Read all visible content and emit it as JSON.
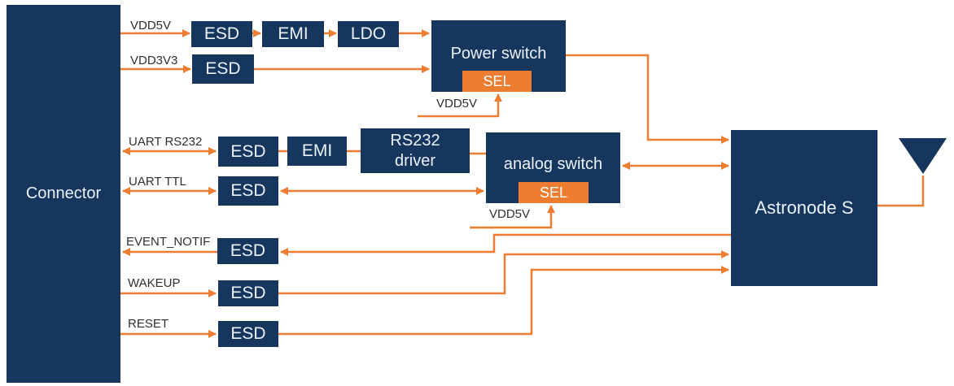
{
  "blocks": {
    "connector": "Connector",
    "esd": "ESD",
    "emi": "EMI",
    "ldo": "LDO",
    "power_switch": "Power switch",
    "sel": "SEL",
    "rs232_driver": "RS232 driver",
    "analog_switch": "analog switch",
    "astronode": "Astronode S"
  },
  "signals": {
    "vdd5v": "VDD5V",
    "vdd3v3": "VDD3V3",
    "uart_rs232": "UART RS232",
    "uart_ttl": "UART TTL",
    "event_notif": "EVENT_NOTIF",
    "wakeup": "WAKEUP",
    "reset": "RESET",
    "vdd5v_power_sel": "VDD5V",
    "vdd5v_analog_sel": "VDD5V"
  },
  "colors": {
    "block_navy": "#17365D",
    "wire_orange": "#ED7D31",
    "sel_orange": "#ED7D31",
    "label_text": "#303030",
    "block_text": "#EAF1F8"
  }
}
